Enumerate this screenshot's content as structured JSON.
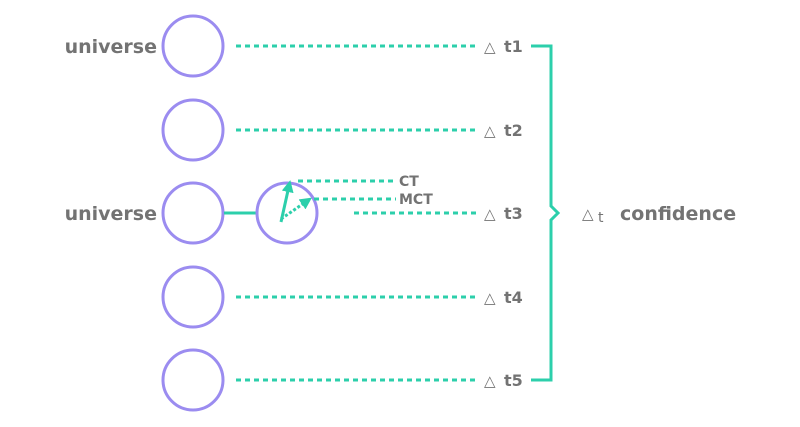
{
  "colors": {
    "circle": "#9b8cf0",
    "line": "#2ccfab",
    "text": "#737373"
  },
  "labels": {
    "universe_top": "universe",
    "universe_mid": "universe",
    "ct": "CT",
    "mct": "MCT",
    "delta_symbol": "△",
    "t1": "t1",
    "t2": "t2",
    "t3": "t3",
    "t4": "t4",
    "t5": "t5",
    "confidence_delta": "△",
    "confidence_t": "t",
    "confidence": "confidence"
  }
}
